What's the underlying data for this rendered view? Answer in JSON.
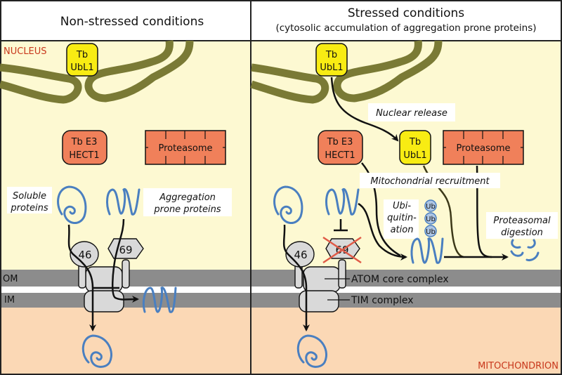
{
  "panels": [
    {
      "id": "non-stressed",
      "title": "Non-stressed conditions",
      "subtitle": ""
    },
    {
      "id": "stressed",
      "title": "Stressed conditions",
      "subtitle": "(cytosolic accumulation of aggregation prone proteins)"
    }
  ],
  "compartments": {
    "nucleus": "NUCLEUS",
    "mitochondrion": "MITOCHONDRION",
    "outer_membrane": "OM",
    "inner_membrane": "IM"
  },
  "labels": {
    "ubl1_line1": "Tb",
    "ubl1_line2": "UbL1",
    "e3_line1": "Tb E3",
    "e3_line2": "HECT1",
    "proteasome": "Proteasome",
    "soluble_line1": "Soluble",
    "soluble_line2": "proteins",
    "aggregation_line1": "Aggregation",
    "aggregation_line2": "prone proteins",
    "atom46": "46",
    "atom69": "69",
    "nuclear_release": "Nuclear release",
    "mitochondrial_recruitment": "Mitochondrial recruitment",
    "ubiquitination_line1": "Ubi-",
    "ubiquitination_line2": "quitin-",
    "ubiquitination_line3": "ation",
    "ub": "Ub",
    "proteasomal_line1": "Proteasomal",
    "proteasomal_line2": "digestion",
    "atom_core": "ATOM core complex",
    "tim_complex": "TIM complex"
  },
  "colors": {
    "cytosol": "#fdf9d2",
    "matrix": "#fbd8b5",
    "membrane": "#8c8c8c",
    "envelope": "#7a7a35",
    "ubl1": "#f8ec13",
    "e3": "#f0805a",
    "protein": "#4a7fc0",
    "compartment_label": "#c8381c",
    "cross": "#e05a47",
    "complex": "#d9d9d9"
  }
}
